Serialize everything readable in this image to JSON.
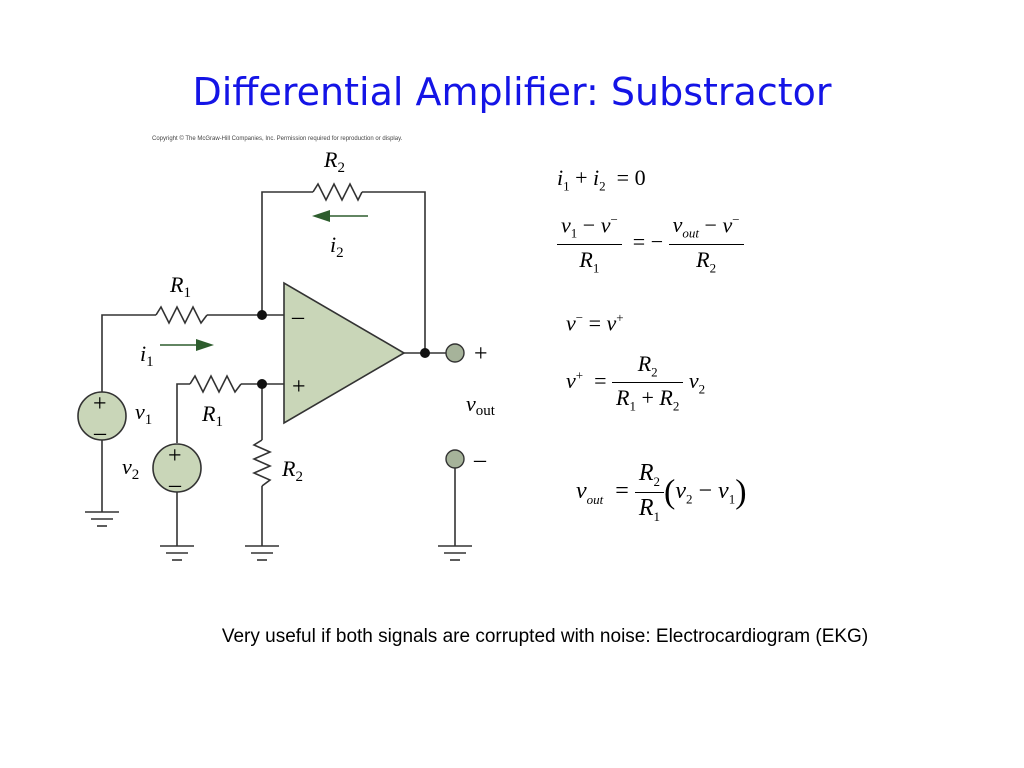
{
  "slide": {
    "title": "Differential Amplifier: Substractor",
    "copyright": "Copyright © The McGraw-Hill Companies, Inc. Permission required for reproduction or display.",
    "caption": "Very useful if both signals are corrupted with noise:  Electrocardiogram (EKG)"
  },
  "circuit": {
    "R1_top": "R",
    "R1_top_sub": "1",
    "R1_bottom": "R",
    "R1_bottom_sub": "1",
    "R2_top": "R",
    "R2_top_sub": "2",
    "R2_bottom": "R",
    "R2_bottom_sub": "2",
    "i1": "i",
    "i1_sub": "1",
    "i2": "i",
    "i2_sub": "2",
    "v1": "v",
    "v1_sub": "1",
    "v2": "v",
    "v2_sub": "2",
    "vout": "v",
    "vout_sub": "out",
    "opamp_minus": "–",
    "opamp_plus": "+",
    "src_plus": "+",
    "src_minus": "–",
    "out_plus": "+",
    "out_minus": "–"
  },
  "colors": {
    "title": "#1414e6",
    "component_fill": "#c9d6b8",
    "arrow": "#2e5d2e"
  }
}
